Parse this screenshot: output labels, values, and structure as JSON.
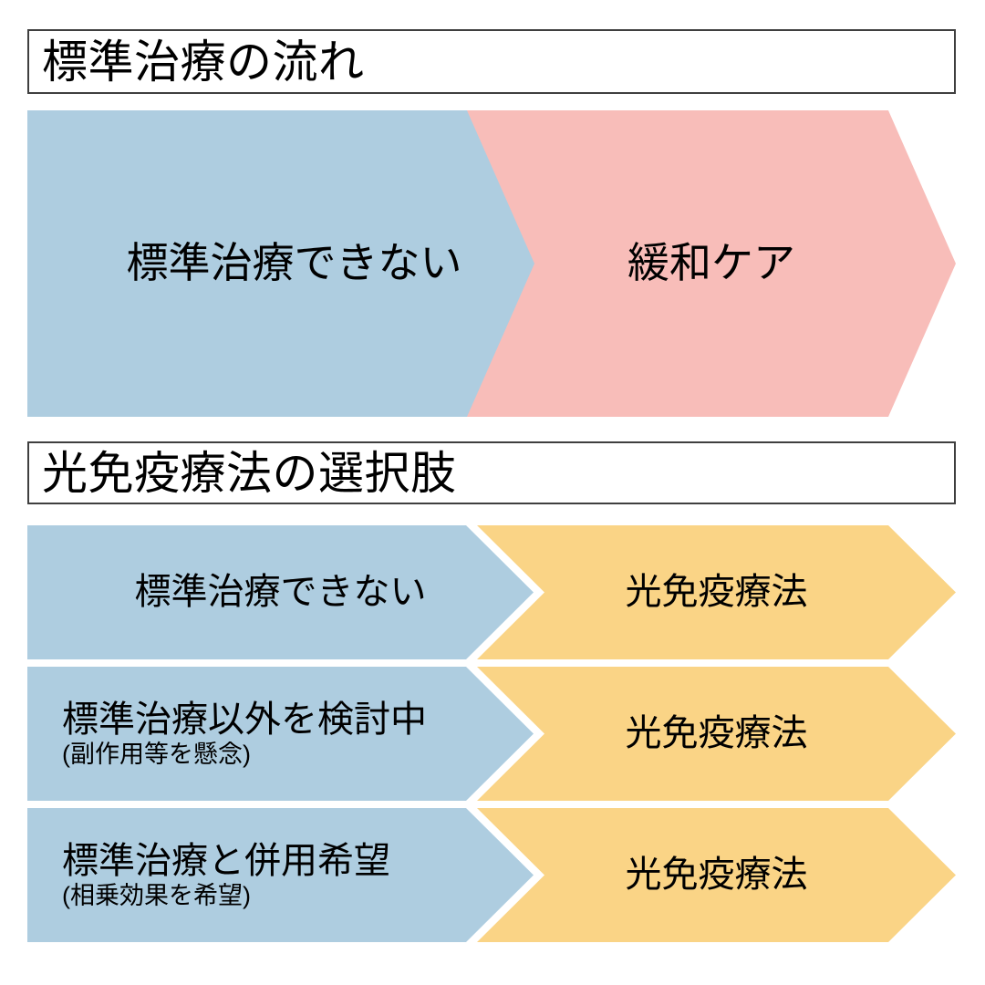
{
  "colors": {
    "blue": "#AECDE0",
    "pink": "#F8BDB9",
    "yellow": "#FAD486",
    "border": "#3F3F3F",
    "background": "#FFFFFF",
    "text": "#000000"
  },
  "sections": [
    {
      "id": "standard-treatment-flow",
      "header": "標準治療の流れ",
      "rows": [
        {
          "left": {
            "label": "標準治療できない",
            "sublabel": "",
            "color": "#AECDE0"
          },
          "right": {
            "label": "緩和ケア",
            "sublabel": "",
            "color": "#F8BDB9"
          }
        }
      ]
    },
    {
      "id": "photoimmunotherapy-options",
      "header": "光免疫療法の選択肢",
      "rows": [
        {
          "left": {
            "label": "標準治療できない",
            "sublabel": "",
            "color": "#AECDE0"
          },
          "right": {
            "label": "光免疫療法",
            "sublabel": "",
            "color": "#FAD486"
          }
        },
        {
          "left": {
            "label": "標準治療以外を検討中",
            "sublabel": "(副作用等を懸念)",
            "color": "#AECDE0"
          },
          "right": {
            "label": "光免疫療法",
            "sublabel": "",
            "color": "#FAD486"
          }
        },
        {
          "left": {
            "label": "標準治療と併用希望",
            "sublabel": "(相乗効果を希望)",
            "color": "#AECDE0"
          },
          "right": {
            "label": "光免疫療法",
            "sublabel": "",
            "color": "#FAD486"
          }
        }
      ]
    }
  ]
}
